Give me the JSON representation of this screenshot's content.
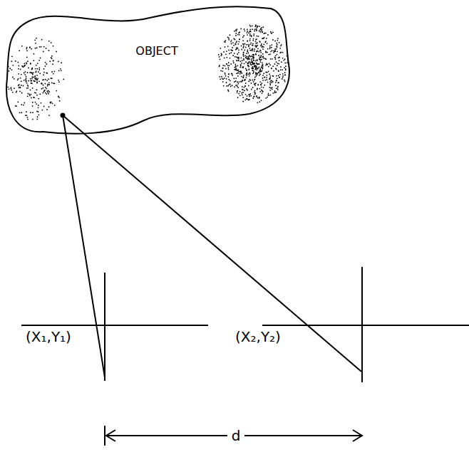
{
  "diagram": {
    "nodes": [
      {
        "text": [
          "OBJECT"
        ]
      }
    ],
    "labels": [
      "(X₁,Y₁)",
      "(X₂,Y₂)",
      "d"
    ]
  }
}
